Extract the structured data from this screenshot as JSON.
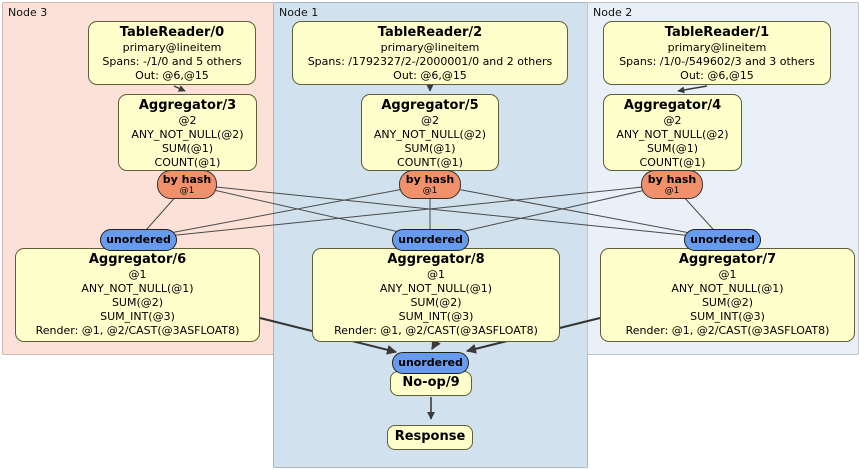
{
  "colors": {
    "region_node3": "#fce1d8",
    "region_node1": "#d1e1ed",
    "region_node2": "#e9f0f8",
    "processor_fill": "#ffffcc",
    "processor_border": "#5f5f39",
    "router_fill": "#f0916c",
    "sync_fill": "#679bee",
    "edge": "#3a3a3a"
  },
  "regions": {
    "node3": {
      "label": "Node 3"
    },
    "node1": {
      "label": "Node 1"
    },
    "node2": {
      "label": "Node 2"
    }
  },
  "nodes": {
    "tr0": {
      "title": "TableReader/0",
      "lines": [
        "primary@lineitem",
        "Spans: -/1/0 and 5 others",
        "Out: @6,@15"
      ]
    },
    "tr2": {
      "title": "TableReader/2",
      "lines": [
        "primary@lineitem",
        "Spans: /1792327/2-/2000001/0 and 2 others",
        "Out: @6,@15"
      ]
    },
    "tr1": {
      "title": "TableReader/1",
      "lines": [
        "primary@lineitem",
        "Spans: /1/0-/549602/3 and 3 others",
        "Out: @6,@15"
      ]
    },
    "agg3": {
      "title": "Aggregator/3",
      "lines": [
        "@2",
        "ANY_NOT_NULL(@2)",
        "SUM(@1)",
        "COUNT(@1)"
      ]
    },
    "agg5": {
      "title": "Aggregator/5",
      "lines": [
        "@2",
        "ANY_NOT_NULL(@2)",
        "SUM(@1)",
        "COUNT(@1)"
      ]
    },
    "agg4": {
      "title": "Aggregator/4",
      "lines": [
        "@2",
        "ANY_NOT_NULL(@2)",
        "SUM(@1)",
        "COUNT(@1)"
      ]
    },
    "agg6": {
      "title": "Aggregator/6",
      "lines": [
        "@1",
        "ANY_NOT_NULL(@1)",
        "SUM(@2)",
        "SUM_INT(@3)",
        "Render: @1, @2/CAST(@3ASFLOAT8)"
      ]
    },
    "agg8": {
      "title": "Aggregator/8",
      "lines": [
        "@1",
        "ANY_NOT_NULL(@1)",
        "SUM(@2)",
        "SUM_INT(@3)",
        "Render: @1, @2/CAST(@3ASFLOAT8)"
      ]
    },
    "agg7": {
      "title": "Aggregator/7",
      "lines": [
        "@1",
        "ANY_NOT_NULL(@1)",
        "SUM(@2)",
        "SUM_INT(@3)",
        "Render: @1, @2/CAST(@3ASFLOAT8)"
      ]
    },
    "noop": {
      "title": "No-op/9"
    },
    "response": {
      "title": "Response"
    }
  },
  "routers": {
    "hash_node3": {
      "label": "by hash",
      "detail": "@1"
    },
    "hash_node1": {
      "label": "by hash",
      "detail": "@1"
    },
    "hash_node2": {
      "label": "by hash",
      "detail": "@1"
    }
  },
  "syncs": {
    "left": {
      "label": "unordered"
    },
    "mid": {
      "label": "unordered"
    },
    "right": {
      "label": "unordered"
    },
    "final": {
      "label": "unordered"
    }
  }
}
